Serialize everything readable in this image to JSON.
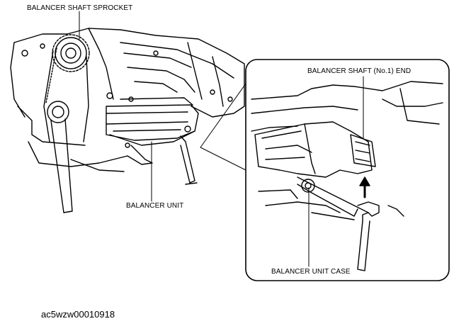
{
  "labels": {
    "balancer_shaft_sprocket": "BALANCER SHAFT SPROCKET",
    "balancer_shaft_no1_end": "BALANCER SHAFT (No.1) END",
    "balancer_unit": "BALANCER UNIT",
    "balancer_unit_case": "BALANCER UNIT CASE"
  },
  "figure_id": "ac5wzw00010918"
}
